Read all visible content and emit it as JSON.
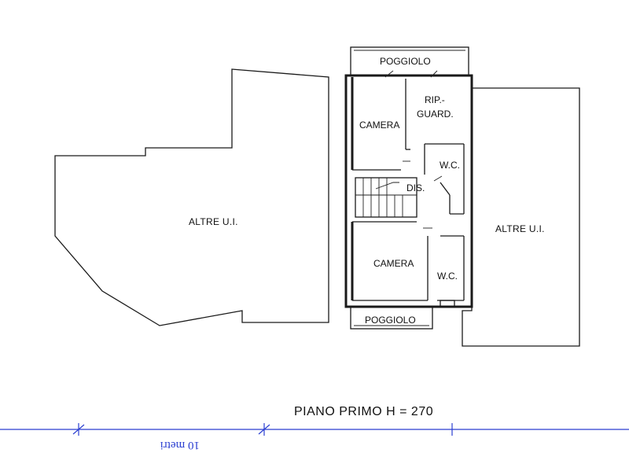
{
  "labels": {
    "poggiolo_top": "POGGIOLO",
    "poggiolo_bottom": "POGGIOLO",
    "camera_top": "CAMERA",
    "camera_bottom": "CAMERA",
    "rip_line1": "RIP.-",
    "rip_line2": "GUARD.",
    "wc_top": "W.C.",
    "wc_bottom": "W.C.",
    "dis": "DIS.",
    "altre_left": "ALTRE U.I.",
    "altre_right": "ALTRE U.I."
  },
  "title": "PIANO PRIMO H = 270",
  "scale_text": "10 metri",
  "colors": {
    "scale": "#2b3fd1",
    "ink": "#1a1a1a"
  }
}
